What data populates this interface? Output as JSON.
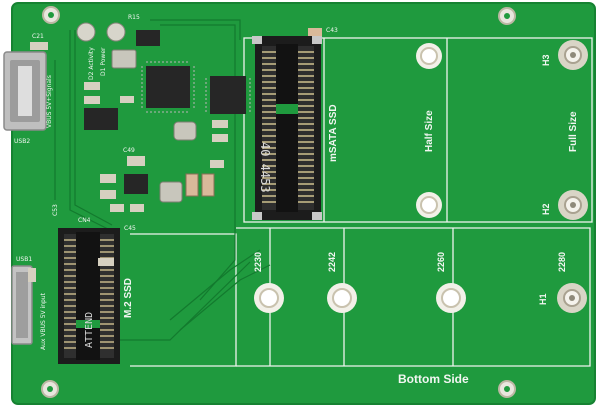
{
  "board": {
    "pcb_color": "#1f9a3e",
    "silk_color": "#f1f5f0",
    "pad_color": "#d6d0c0",
    "chip_color": "#2a2a2a"
  },
  "silkscreen": {
    "msata_ssd": "mSATA SSD",
    "half_size": "Half Size",
    "full_size": "Full Size",
    "h1": "H1",
    "h2": "H2",
    "h3": "H3",
    "l2230": "2230",
    "l2242": "2242",
    "l2260": "2260",
    "l2280": "2280",
    "m2_ssd": "M.2 SSD",
    "bottom_side": "Bottom Side",
    "cn4": "CN4",
    "usb1": "USB1",
    "usb2": "USB2",
    "aux_vbus": "Aux VBUS 5V input",
    "vbus_signals": "VBUS 5V+Signals",
    "d1_power": "D1 Power",
    "d2_act": "D2 Activity",
    "c43": "C43",
    "c45": "C45",
    "c21": "C21",
    "r15": "R15",
    "c49": "C49",
    "c53": "C53",
    "msata_chip_text": "40 4453",
    "m2_chip_text": "ATTEND"
  }
}
